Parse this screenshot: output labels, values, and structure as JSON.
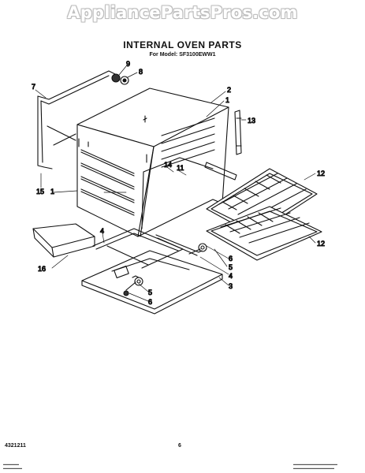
{
  "watermark": "AppliancePartsPros.com",
  "title": "INTERNAL OVEN PARTS",
  "subtitle": "For Model: SF3100EWW1",
  "callouts": {
    "c1a": "1",
    "c1b": "1",
    "c2": "2",
    "c3": "3",
    "c4a": "4",
    "c4b": "4",
    "c5a": "5",
    "c5b": "5",
    "c6a": "6",
    "c6b": "6",
    "c7": "7",
    "c8": "8",
    "c9": "9",
    "c11": "11",
    "c12a": "12",
    "c12b": "12",
    "c13": "13",
    "c14": "14",
    "c15": "15",
    "c16": "16"
  },
  "footer": {
    "doc_number": "4321211",
    "page_number": "6"
  }
}
